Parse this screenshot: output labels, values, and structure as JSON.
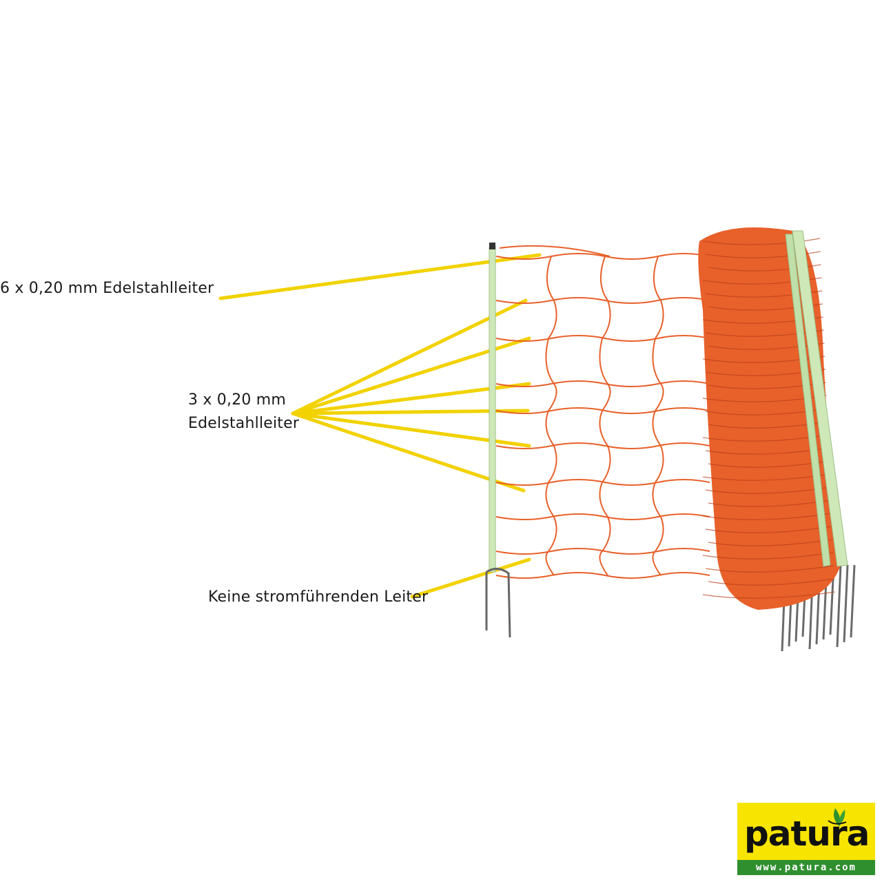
{
  "callouts": {
    "top": "6 x 0,20 mm Edelstahlleiter",
    "middle_line1": "3 x 0,20 mm",
    "middle_line2": "Edelstahlleiter",
    "bottom": "Keine stromführenden Leiter"
  },
  "logo": {
    "brand": "patura",
    "url": "www.patura.com"
  },
  "colors": {
    "leader": "#f2d200",
    "net": "#e8602a",
    "pole": "#cfe8b8",
    "logo_bg": "#f7e400",
    "logo_band": "#2f8f2f"
  }
}
